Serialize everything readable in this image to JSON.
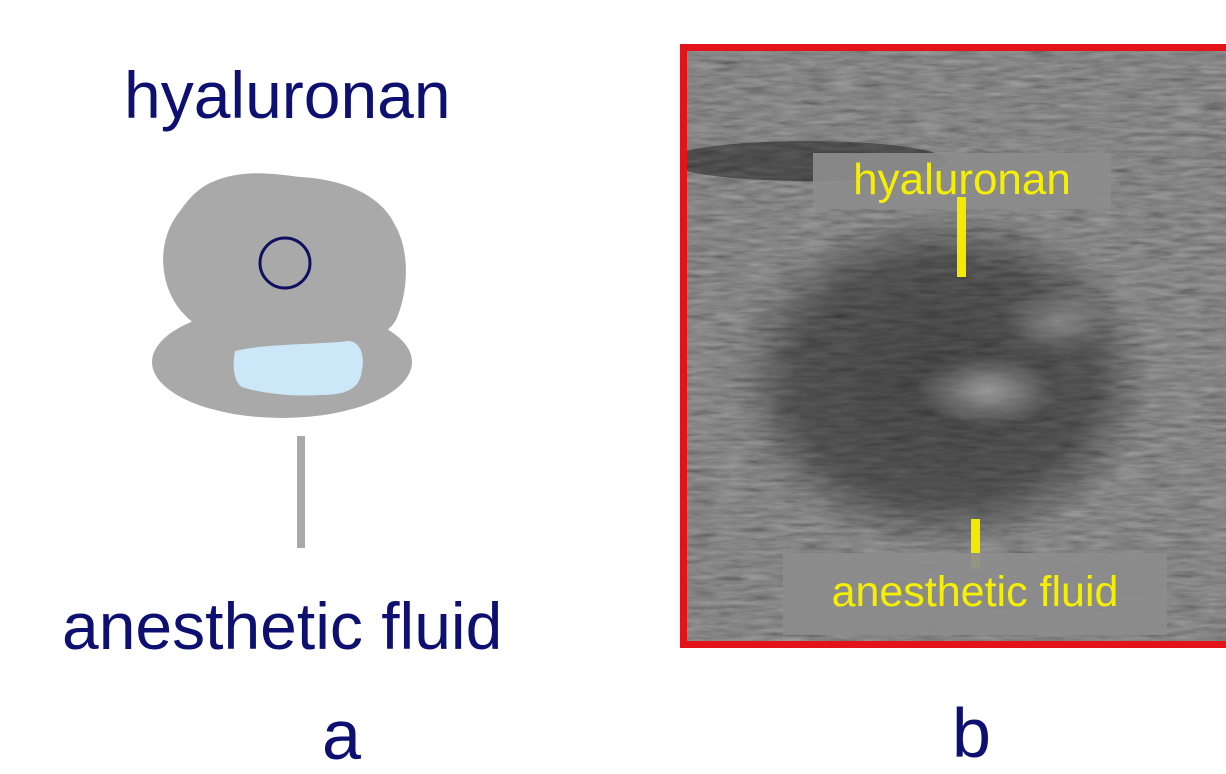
{
  "panel_a": {
    "top_label": "hyaluronan",
    "bottom_label": "anesthetic fluid",
    "letter": "a"
  },
  "panel_b": {
    "top_label": "hyaluronan",
    "bottom_label": "anesthetic fluid",
    "letter": "b"
  },
  "colors": {
    "label_text": "#0d1070",
    "frame_border": "#e2141a",
    "overlay_text": "#f6f000",
    "mass_gray": "#a9a9a9",
    "fluid_blue": "#cce8f8"
  }
}
